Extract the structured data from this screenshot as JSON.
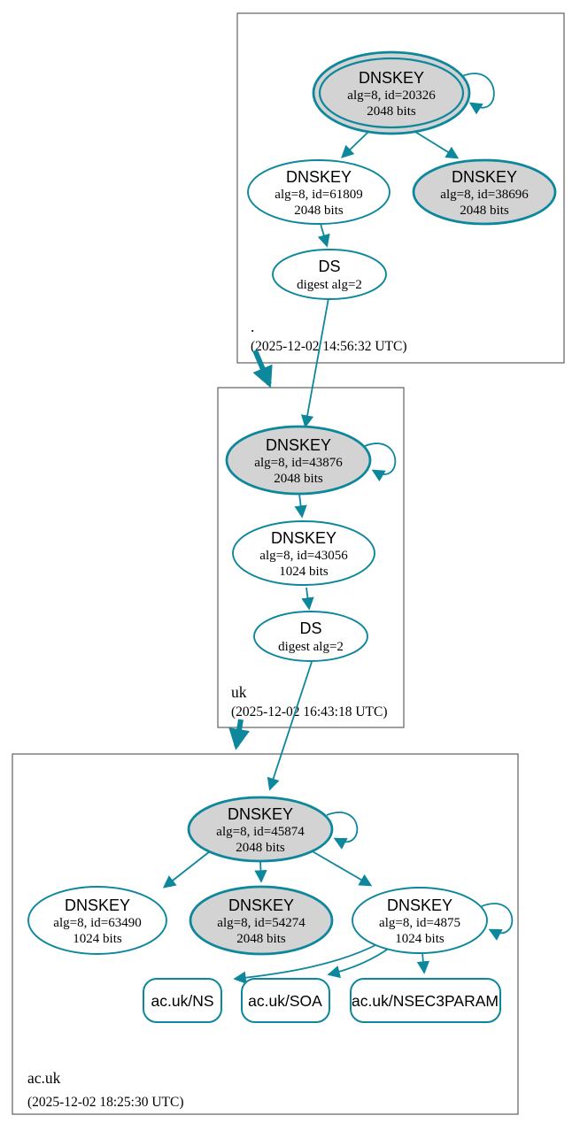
{
  "colors": {
    "edge": "#0d879c",
    "ksk_fill": "#d3d3d3",
    "node_fill": "#ffffff",
    "box_border": "#606060",
    "text": "#000000"
  },
  "zones": {
    "root": {
      "name": ".",
      "timestamp": "(2025-12-02 14:56:32 UTC)",
      "nodes": {
        "ksk": {
          "title": "DNSKEY",
          "detail1": "alg=8, id=20326",
          "detail2": "2048 bits"
        },
        "zsk": {
          "title": "DNSKEY",
          "detail1": "alg=8, id=61809",
          "detail2": "2048 bits"
        },
        "ksk2": {
          "title": "DNSKEY",
          "detail1": "alg=8, id=38696",
          "detail2": "2048 bits"
        },
        "ds": {
          "title": "DS",
          "detail1": "digest alg=2"
        }
      }
    },
    "uk": {
      "name": "uk",
      "timestamp": "(2025-12-02 16:43:18 UTC)",
      "nodes": {
        "ksk": {
          "title": "DNSKEY",
          "detail1": "alg=8, id=43876",
          "detail2": "2048 bits"
        },
        "zsk": {
          "title": "DNSKEY",
          "detail1": "alg=8, id=43056",
          "detail2": "1024 bits"
        },
        "ds": {
          "title": "DS",
          "detail1": "digest alg=2"
        }
      }
    },
    "acuk": {
      "name": "ac.uk",
      "timestamp": "(2025-12-02 18:25:30 UTC)",
      "nodes": {
        "ksk": {
          "title": "DNSKEY",
          "detail1": "alg=8, id=45874",
          "detail2": "2048 bits"
        },
        "zsk1": {
          "title": "DNSKEY",
          "detail1": "alg=8, id=63490",
          "detail2": "1024 bits"
        },
        "ksk2": {
          "title": "DNSKEY",
          "detail1": "alg=8, id=54274",
          "detail2": "2048 bits"
        },
        "zsk2": {
          "title": "DNSKEY",
          "detail1": "alg=8, id=4875",
          "detail2": "1024 bits"
        }
      },
      "rrsets": [
        {
          "label": "ac.uk/NS"
        },
        {
          "label": "ac.uk/SOA"
        },
        {
          "label": "ac.uk/NSEC3PARAM"
        }
      ]
    }
  }
}
